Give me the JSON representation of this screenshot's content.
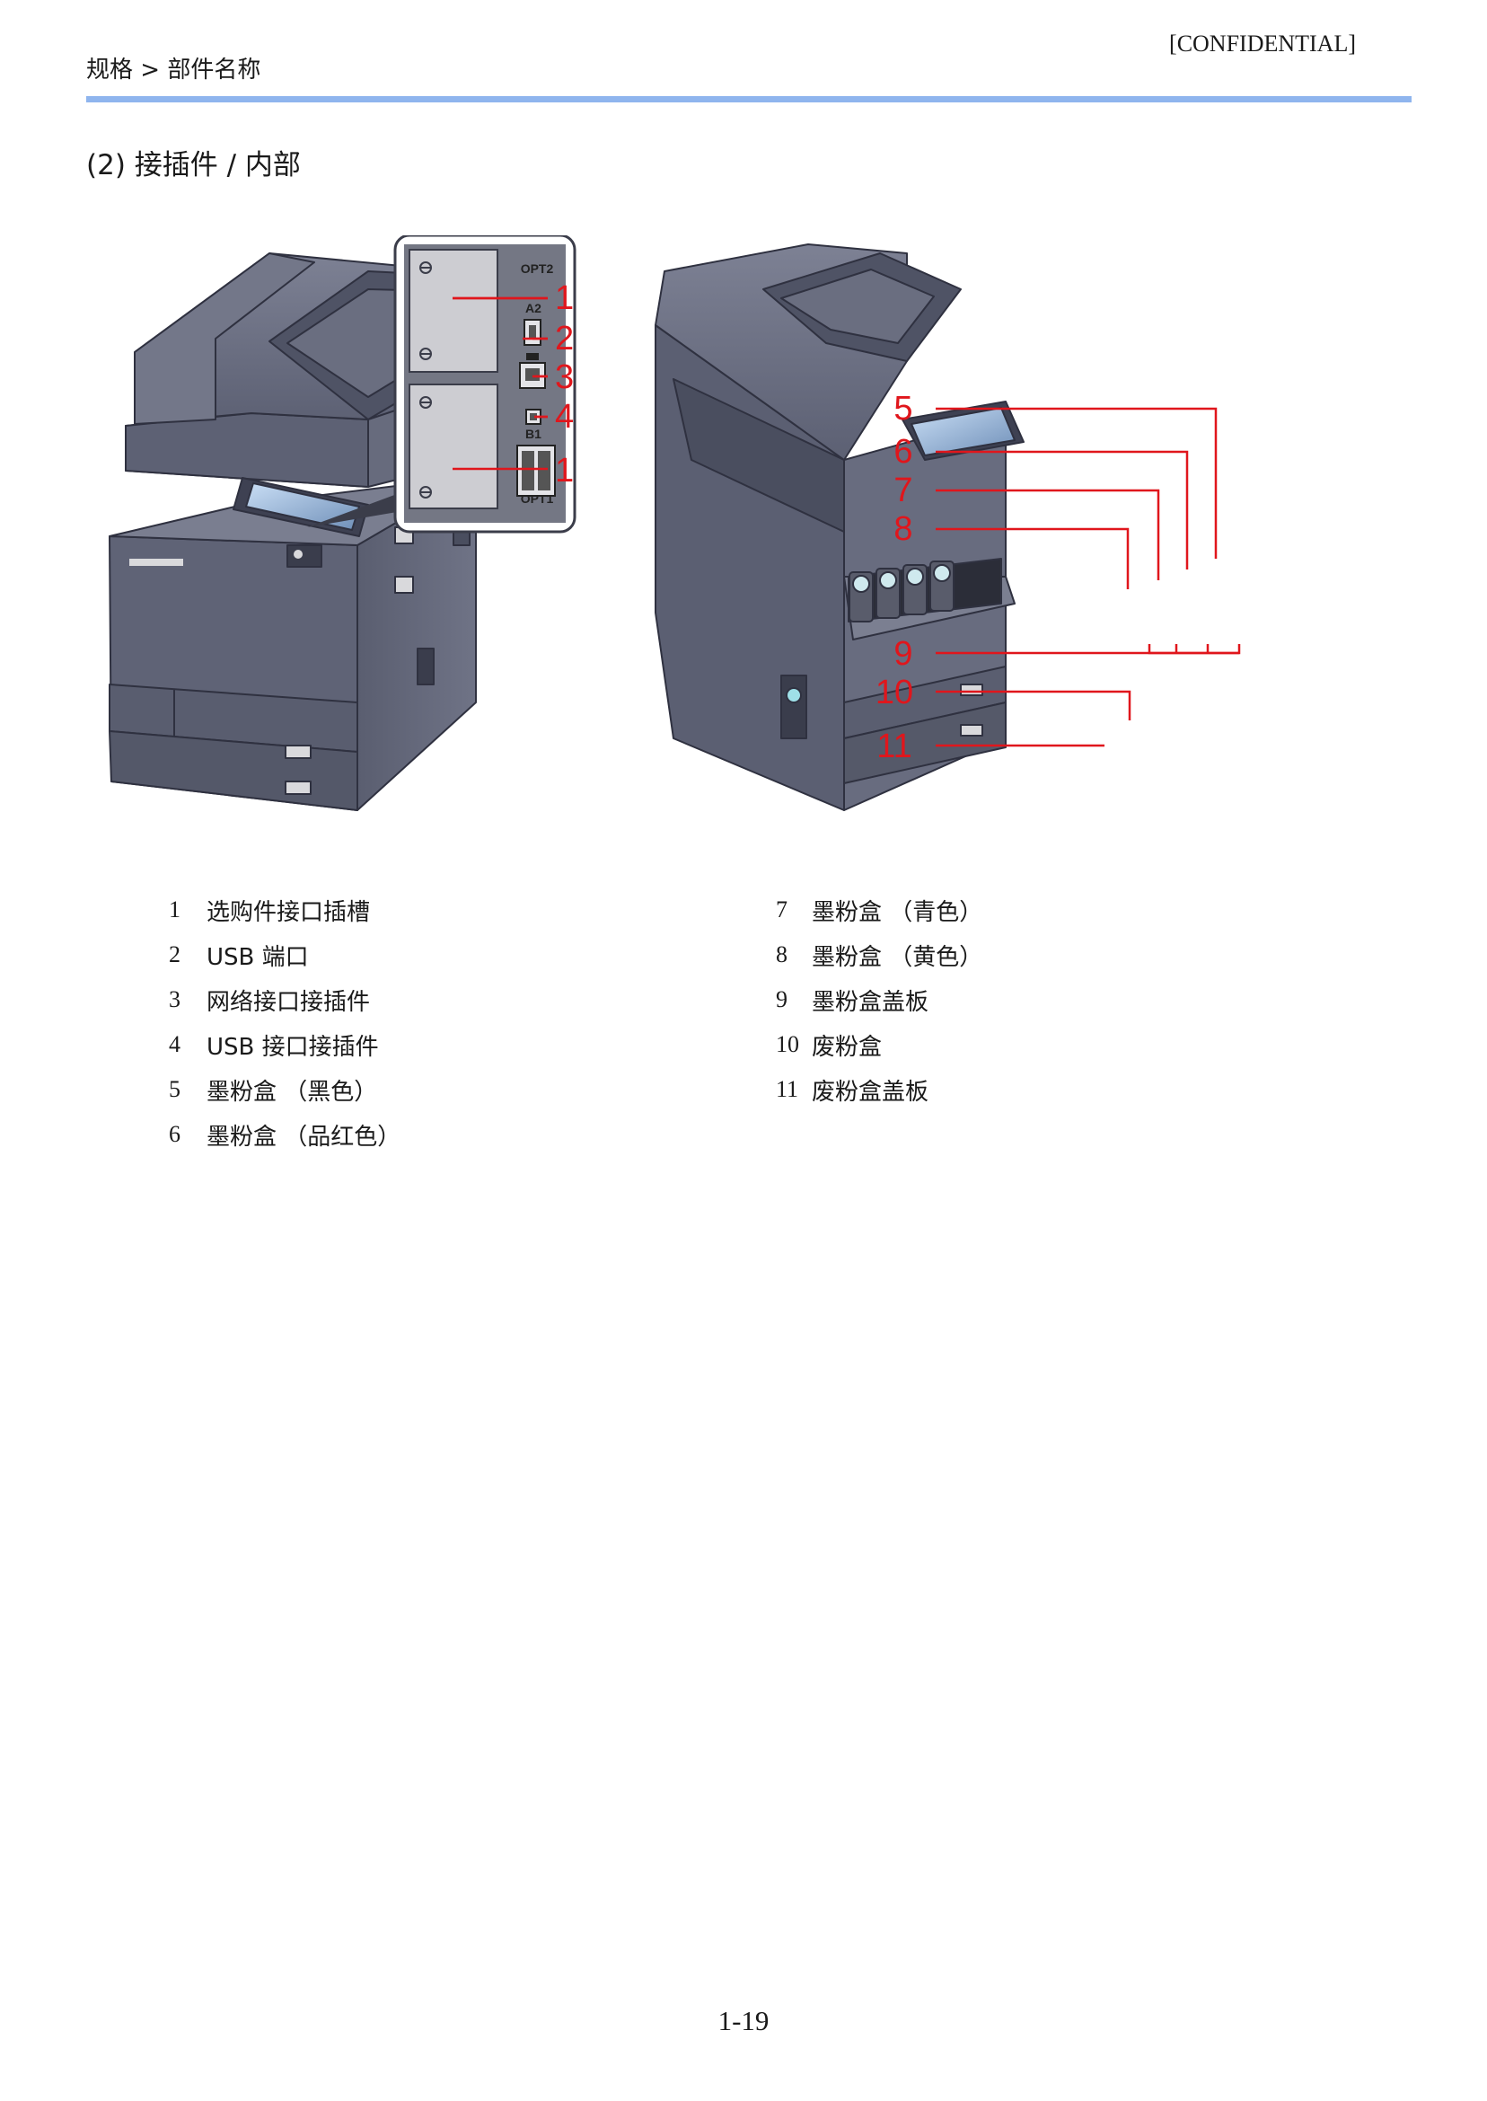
{
  "header": {
    "breadcrumb": "规格 > 部件名称",
    "confidential": "[CONFIDENTIAL]"
  },
  "section": {
    "title": "(2) 接插件 / 内部"
  },
  "figure": {
    "panel_labels": {
      "opt2": "OPT2",
      "opt1": "OPT1",
      "usb_a": "A2",
      "usb_b": "B1"
    },
    "callouts": [
      "1",
      "2",
      "3",
      "4",
      "1",
      "5",
      "6",
      "7",
      "8",
      "9",
      "10",
      "11"
    ],
    "colors": {
      "callout": "#e0161c",
      "machine": "#6b6f80",
      "panel": "#b9b9be",
      "toner": "#9fe0e8"
    }
  },
  "legend": {
    "left": [
      {
        "num": "1",
        "label": "选购件接口插槽"
      },
      {
        "num": "2",
        "label": "USB 端口"
      },
      {
        "num": "3",
        "label": "网络接口接插件"
      },
      {
        "num": "4",
        "label": "USB 接口接插件"
      },
      {
        "num": "5",
        "label": "墨粉盒 （黑色）"
      },
      {
        "num": "6",
        "label": "墨粉盒 （品红色）"
      }
    ],
    "right": [
      {
        "num": "7",
        "label": "墨粉盒 （青色）"
      },
      {
        "num": "8",
        "label": "墨粉盒 （黄色）"
      },
      {
        "num": "9",
        "label": "墨粉盒盖板"
      },
      {
        "num": "10",
        "label": "废粉盒"
      },
      {
        "num": "11",
        "label": "废粉盒盖板"
      }
    ]
  },
  "footer": {
    "page_number": "1-19"
  }
}
